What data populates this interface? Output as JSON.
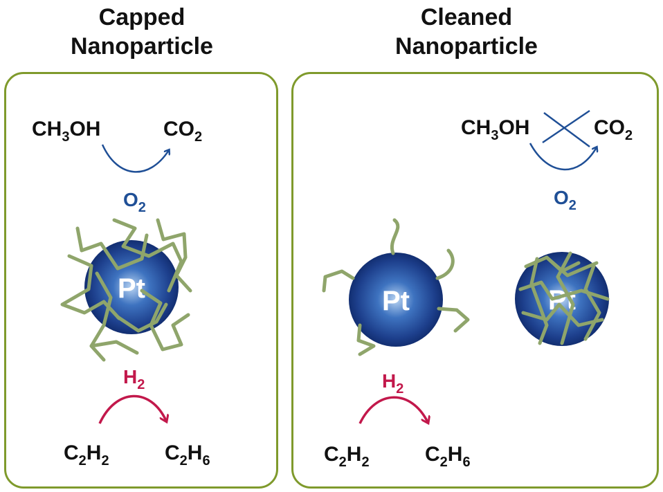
{
  "left": {
    "title_line1": "Capped",
    "title_line2": "Nanoparticle",
    "oxidation": {
      "reactant": "CH",
      "reactant_sub": "3",
      "reactant_tail": "OH",
      "product": "CO",
      "product_sub": "2",
      "reagent": "O",
      "reagent_sub": "2"
    },
    "hydrogenation": {
      "reagent": "H",
      "reagent_sub": "2",
      "reactant": "C",
      "reactant_sub1": "2",
      "reactant_mid": "H",
      "reactant_sub2": "2",
      "product": "C",
      "product_sub1": "2",
      "product_mid": "H",
      "product_sub2": "6"
    },
    "particle_label": "Pt"
  },
  "right": {
    "title_line1": "Cleaned",
    "title_line2": "Nanoparticle",
    "oxidation": {
      "reactant": "CH",
      "reactant_sub": "3",
      "reactant_tail": "OH",
      "product": "CO",
      "product_sub": "2",
      "reagent": "O",
      "reagent_sub": "2"
    },
    "hydrogenation": {
      "reagent": "H",
      "reagent_sub": "2",
      "reactant": "C",
      "reactant_sub1": "2",
      "reactant_mid": "H",
      "reactant_sub2": "2",
      "product": "C",
      "product_sub1": "2",
      "product_mid": "H",
      "product_sub2": "6"
    },
    "particle_label": "Pt",
    "particle2_label": "Pt"
  },
  "colors": {
    "panel_border": "#7f9a2c",
    "ligand": "#8fa56b",
    "oxygen_arrow": "#1f4f96",
    "hydrogen_arrow": "#c2184b",
    "particle": "#1d3f8c"
  }
}
